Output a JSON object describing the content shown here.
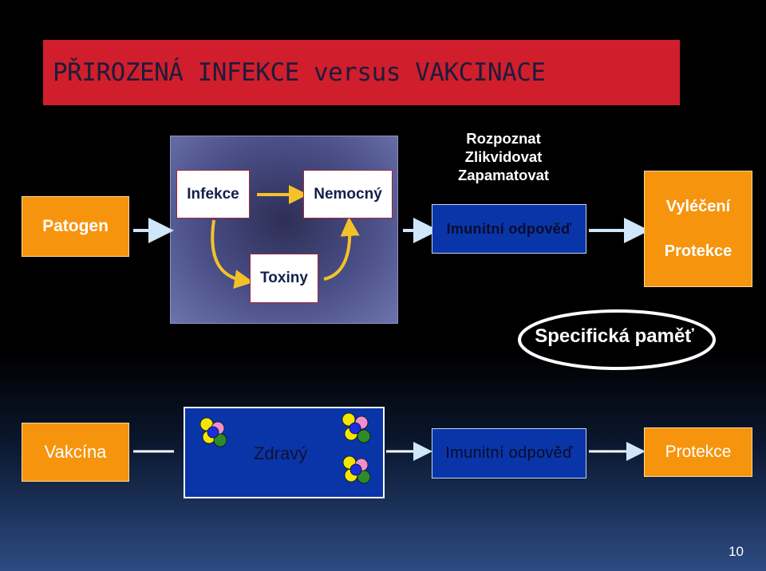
{
  "slide": {
    "title": "PŘIROZENÁ INFEKCE versus VAKCINACE",
    "page_number": "10"
  },
  "natural": {
    "pathogen": "Patogen",
    "infection": "Infekce",
    "sick": "Nemocný",
    "toxins": "Toxiny",
    "steps": [
      "Rozpoznat",
      "Zlikvidovat",
      "Zapamatovat"
    ],
    "immune_response": "Imunitní odpověď",
    "outcome": [
      "Vyléčení",
      "Protekce"
    ],
    "memory": "Specifická paměť"
  },
  "vaccination": {
    "vaccine": "Vakcína",
    "healthy": "Zdravý",
    "immune_response": "Imunitní odpověď",
    "protection": "Protekce"
  },
  "colors": {
    "title_bar": "#d01e2c",
    "orange_box": "#f7940d",
    "blue_box": "#0a35a8",
    "arrow": "#cfe6fb",
    "toxin_arrow": "#f3c22a",
    "molecule_yellow": "#f5e600",
    "molecule_pink": "#ee8fd0",
    "molecule_blue": "#1b2de0",
    "molecule_green": "#2f8a2a"
  }
}
